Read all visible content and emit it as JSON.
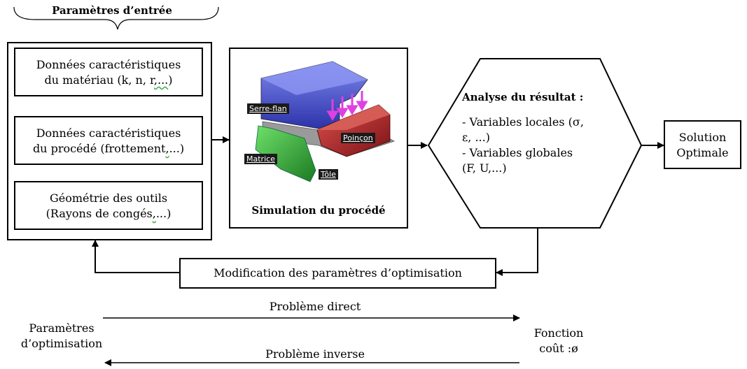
{
  "inputs": {
    "title": "Paramètres d’entrée",
    "material": {
      "line1": "Données caractéristiques",
      "line2_prefix": "du matériau (k, n, r",
      "line2_wavy": ",...",
      "line2_suffix": ")"
    },
    "process": {
      "line1": "Données caractéristiques",
      "line2_prefix": "du procédé (frottement",
      "line2_wavy": ",",
      "line2_suffix": "...)"
    },
    "geometry": {
      "line1": "Géométrie des outils",
      "line2_prefix": "(Rayons de congés",
      "line2_wavy": ",",
      "line2_suffix": "...)"
    }
  },
  "simulation": {
    "caption": "Simulation du procédé",
    "labels": {
      "serre_flan": "Serre-flan",
      "poincon": "Poinçon",
      "matrice": "Matrice",
      "tole": "Tôle"
    }
  },
  "analysis": {
    "title": "Analyse du résultat :",
    "line1": "- Variables locales (σ,",
    "line2": "ε, ...)",
    "line3": "- Variables globales",
    "line4": "(F, U,...)"
  },
  "solution": {
    "line1": "Solution",
    "line2": "Optimale"
  },
  "modification": {
    "label": "Modification des paramètres d’optimisation"
  },
  "bottom": {
    "left_line1": "Paramètres",
    "left_line2": "d’optimisation",
    "direct": "Problème direct",
    "inverse": "Problème inverse",
    "right_line1": "Fonction",
    "right_line2": "coût :ø"
  },
  "colors": {
    "blue_tool": "#4a55c8",
    "red_tool": "#b8262a",
    "green_tool": "#2fa83a",
    "sheet": "#8a8a8a",
    "arrows": "#e040e0"
  }
}
